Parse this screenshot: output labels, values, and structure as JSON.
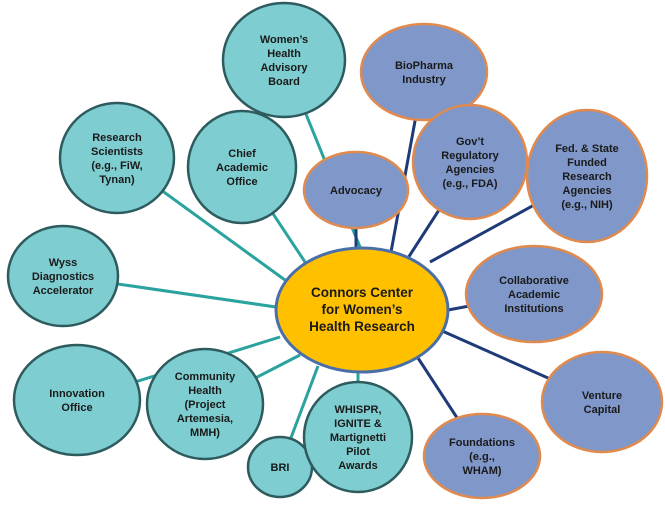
{
  "colors": {
    "teal_fill": "#7ecdd0",
    "teal_stroke": "#2d5b5e",
    "teal_line": "#2aa39f",
    "blue_fill": "#7f97c9",
    "blue_stroke": "#e08a4e",
    "blue_line": "#1e3a78",
    "center_fill": "#ffc000",
    "center_stroke": "#4a6fa8"
  },
  "center": {
    "lines": [
      "Connors Center",
      "for Women’s",
      "Health Research"
    ]
  },
  "nodes": [
    {
      "id": "womens-health-advisory-board",
      "group": "teal",
      "lines": [
        "Women’s",
        "Health",
        "Advisory",
        "Board"
      ]
    },
    {
      "id": "chief-academic-office",
      "group": "teal",
      "lines": [
        "Chief",
        "Academic",
        "Office"
      ]
    },
    {
      "id": "research-scientists",
      "group": "teal",
      "lines": [
        "Research",
        "Scientists",
        "(e.g., FiW,",
        "Tynan)"
      ]
    },
    {
      "id": "wyss-diagnostics-accelerator",
      "group": "teal",
      "lines": [
        "Wyss",
        "Diagnostics",
        "Accelerator"
      ]
    },
    {
      "id": "innovation-office",
      "group": "teal",
      "lines": [
        "Innovation",
        "Office"
      ]
    },
    {
      "id": "community-health",
      "group": "teal",
      "lines": [
        "Community",
        "Health",
        "(Project",
        "Artemesia,",
        "MMH)"
      ]
    },
    {
      "id": "bri",
      "group": "teal",
      "lines": [
        "BRI"
      ]
    },
    {
      "id": "whispr-ignite-awards",
      "group": "teal",
      "lines": [
        "WHISPR,",
        "IGNITE &",
        "Martignetti",
        "Pilot",
        "Awards"
      ]
    },
    {
      "id": "advocacy",
      "group": "blue",
      "lines": [
        "Advocacy"
      ]
    },
    {
      "id": "biopharma-industry",
      "group": "blue",
      "lines": [
        "BioPharma",
        "Industry"
      ]
    },
    {
      "id": "govt-regulatory-agencies",
      "group": "blue",
      "lines": [
        "Gov’t",
        "Regulatory",
        "Agencies",
        "(e.g., FDA)"
      ]
    },
    {
      "id": "fed-state-funded-research-agencies",
      "group": "blue",
      "lines": [
        "Fed. & State",
        "Funded",
        "Research",
        "Agencies",
        "(e.g., NIH)"
      ]
    },
    {
      "id": "collaborative-academic-institutions",
      "group": "blue",
      "lines": [
        "Collaborative",
        "Academic",
        "Institutions"
      ]
    },
    {
      "id": "venture-capital",
      "group": "blue",
      "lines": [
        "Venture",
        "Capital"
      ]
    },
    {
      "id": "foundations",
      "group": "blue",
      "lines": [
        "Foundations",
        "(e.g.,",
        "WHAM)"
      ]
    }
  ]
}
